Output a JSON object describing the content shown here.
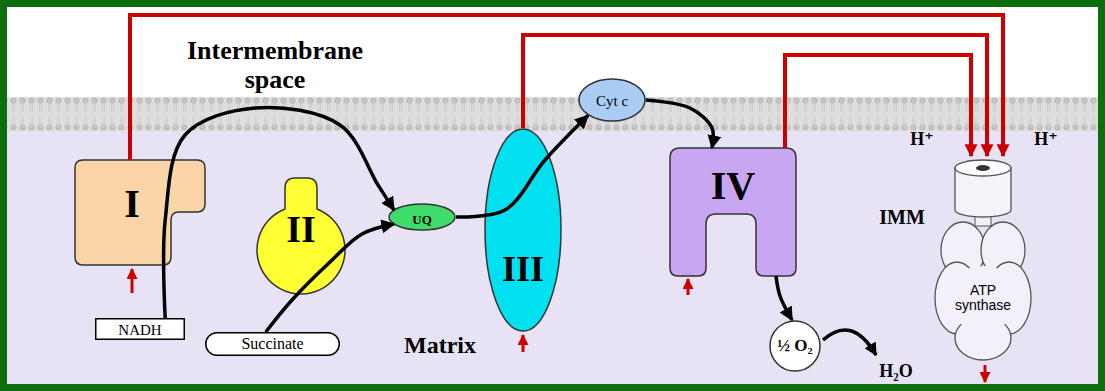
{
  "diagram": {
    "nodes": [
      {
        "text": [
          "I"
        ]
      },
      {
        "text": [
          "II"
        ]
      },
      {
        "text": [
          "UQ"
        ]
      },
      {
        "text": [
          "III"
        ]
      },
      {
        "text": [
          "Cyt c"
        ]
      },
      {
        "text": [
          "IV"
        ]
      },
      {
        "text": [
          "ATP synthase"
        ]
      },
      {
        "text": [
          "NADH"
        ]
      },
      {
        "text": [
          "Succinate"
        ]
      },
      {
        "text": [
          "½ O₂"
        ]
      }
    ],
    "edges": [
      {
        "from": 7,
        "to": 2,
        "arrow": "to"
      },
      {
        "from": 8,
        "to": 2,
        "arrow": "to"
      },
      {
        "from": 2,
        "to": 4,
        "arrow": "to"
      },
      {
        "from": 4,
        "to": 5,
        "arrow": "to"
      },
      {
        "from": 5,
        "to": 9,
        "arrow": "to"
      },
      {
        "from": 0,
        "to": 6,
        "arrow": "to"
      },
      {
        "from": 3,
        "to": 6,
        "arrow": "to"
      },
      {
        "from": 5,
        "to": 6,
        "arrow": "to"
      }
    ],
    "labels": [
      "Intermembrane space",
      "IMM",
      "Matrix",
      "H⁺",
      "H⁺",
      "H₂O"
    ]
  }
}
